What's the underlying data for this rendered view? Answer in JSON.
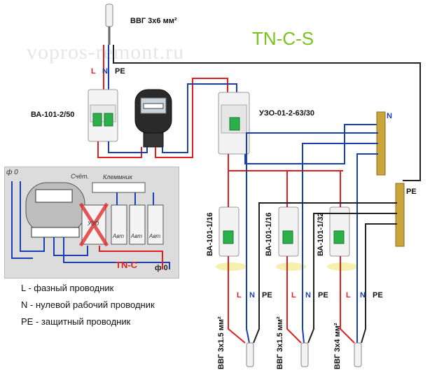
{
  "title": "TN-C-S",
  "watermark": "vopros-remont.ru",
  "cable_top": "ВВГ 3х6 мм²",
  "top_conductors": {
    "l": "L",
    "n": "N",
    "pe": "PE"
  },
  "breaker_main": "ВА-101-2/50",
  "rcd": "УЗО-01-2-63/30",
  "bus_n": "N",
  "bus_pe": "PE",
  "branches": [
    {
      "breaker": "ВА-101-1/16",
      "cable": "ВВГ 3х1.5 мм²",
      "l": "L",
      "n": "N",
      "pe": "PE"
    },
    {
      "breaker": "ВА-101-1/16",
      "cable": "ВВГ 3х1.5 мм²",
      "l": "L",
      "n": "N",
      "pe": "PE"
    },
    {
      "breaker": "ВА-101-1/32",
      "cable": "ВВГ 3х4 мм²",
      "l": "L",
      "n": "N",
      "pe": "PE"
    }
  ],
  "inset": {
    "phase_zero_top": "ф 0",
    "meter": "Счёт.",
    "terminal_block": "Клеммник",
    "rcd_small": "УЗО",
    "load": "Авт",
    "scheme": "TN-C",
    "phase_zero_bottom": "ф 0"
  },
  "legend": [
    "L - фазный проводник",
    "N - нулевой рабочий проводник",
    "PE - защитный проводник"
  ],
  "colors": {
    "phase": "#e02020",
    "neutral": "#1a3fb0",
    "pe": "#222222",
    "title": "#7cc21f"
  }
}
